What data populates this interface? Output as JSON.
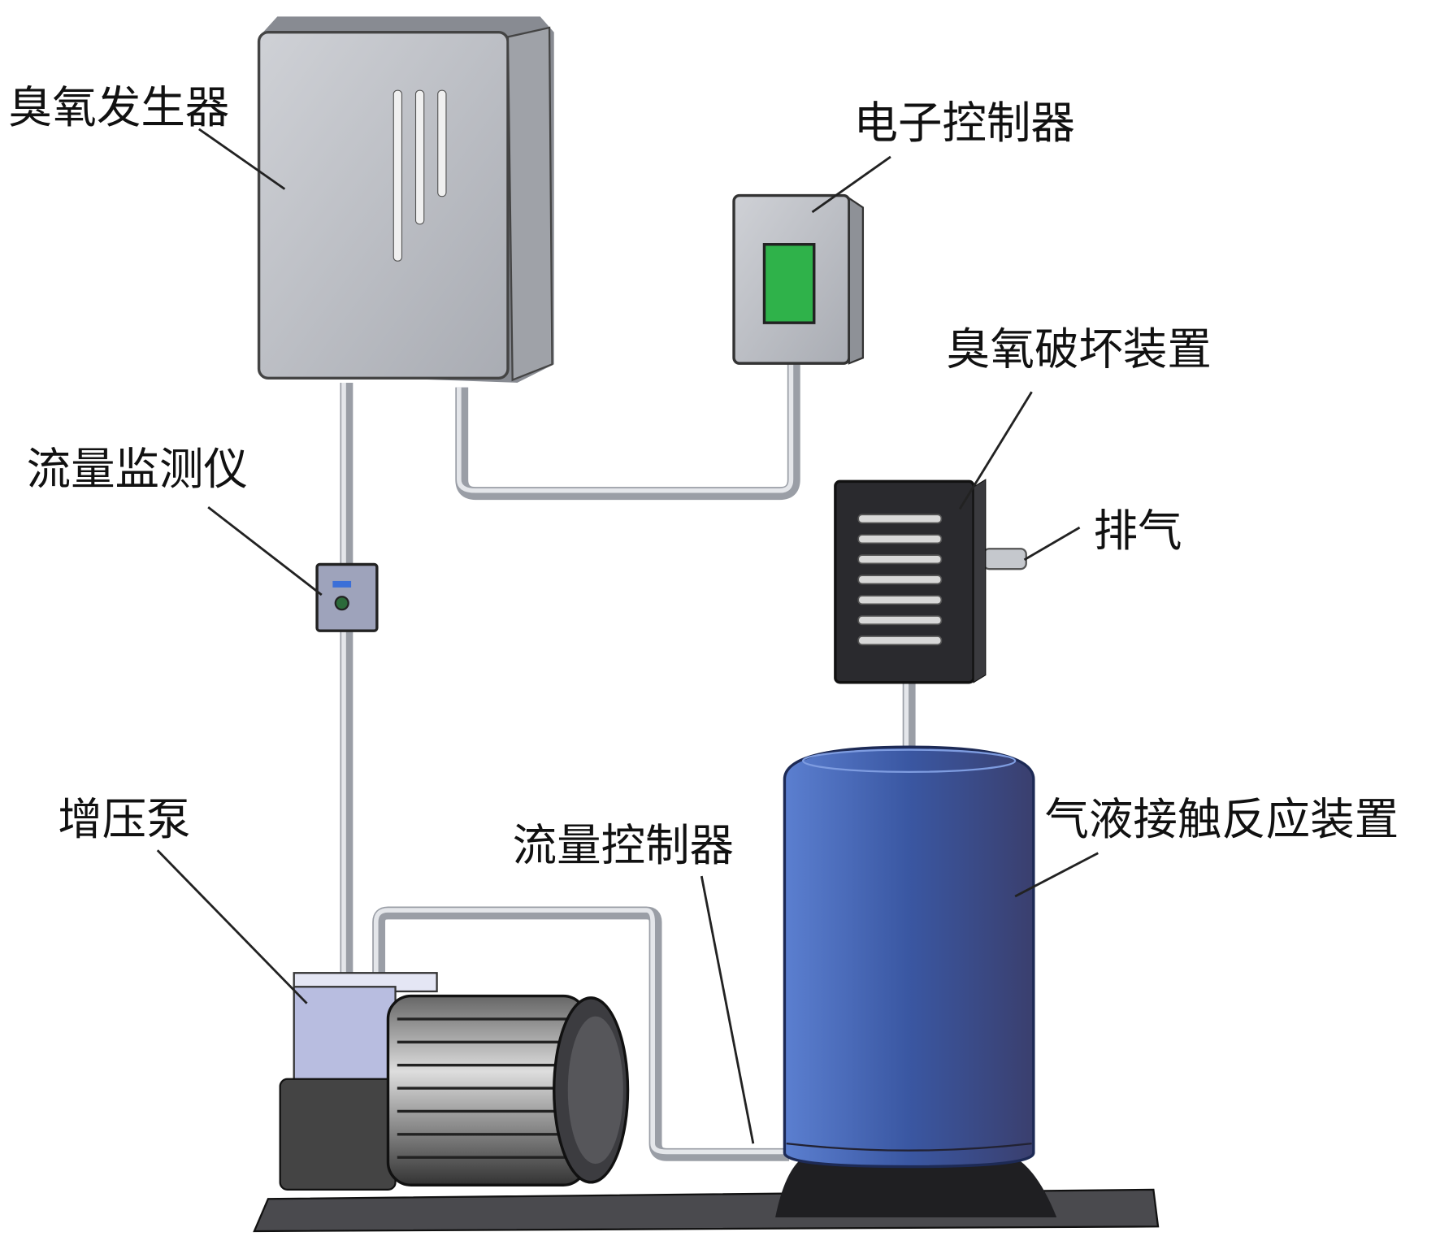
{
  "labels": {
    "ozone_generator": "臭氧发生器",
    "electronic_controller": "电子控制器",
    "ozone_destruction_device": "臭氧破坏装置",
    "flow_monitor": "流量监测仪",
    "exhaust": "排气",
    "booster_pump": "增压泵",
    "flow_controller": "流量控制器",
    "gas_liquid_reactor": "气液接触反应装置"
  },
  "colors": {
    "cabinet": "#b9bcc2",
    "screen": "#2fb24a",
    "tank": "#3f5ea8",
    "destroyer": "#2a2a2e",
    "pump_body": "#b8bde0"
  }
}
